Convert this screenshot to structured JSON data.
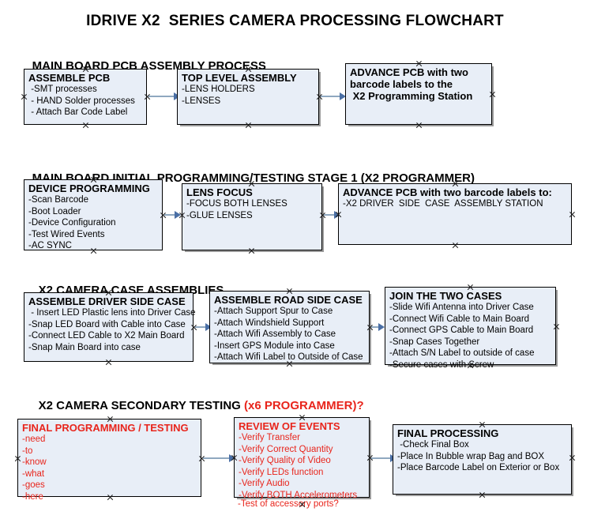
{
  "document": {
    "title": "IDRIVE X2  SERIES CAMERA PROCESSING FLOWCHART",
    "accent_red": "#e8251c",
    "box_fill": "#e8eef7",
    "connector_color": "#8fa8c0",
    "arrowhead_color": "#4a6fa5"
  },
  "sections": [
    {
      "heading": "MAIN BOARD PCB ASSEMBLY PROCESS",
      "heading_accent": "",
      "nodes": [
        {
          "title": "ASSEMBLE PCB",
          "lines": [
            " -SMT processes",
            " - HAND Solder processes",
            " - Attach Bar Code Label"
          ]
        },
        {
          "title": "TOP LEVEL ASSEMBLY",
          "lines": [
            "-LENS HOLDERS",
            "-LENSES"
          ]
        },
        {
          "title": "ADVANCE PCB with two",
          "lines": [
            "barcode labels to the",
            " X2 Programming Station"
          ]
        }
      ]
    },
    {
      "heading": "MAIN BOARD INITIAL PROGRAMMING/TESTING STAGE 1 (X2 PROGRAMMER)",
      "heading_accent": "",
      "nodes": [
        {
          "title": "DEVICE PROGRAMMING",
          "lines": [
            "-Scan Barcode",
            "-Boot Loader",
            "-Device Configuration",
            "-Test Wired Events",
            "-AC SYNC"
          ]
        },
        {
          "title": "LENS FOCUS",
          "lines": [
            "-FOCUS BOTH LENSES",
            "-GLUE LENSES"
          ]
        },
        {
          "title": "ADVANCE PCB with two barcode labels to:",
          "lines": [
            "-X2 DRIVER  SIDE  CASE  ASSEMBLY STATION"
          ]
        }
      ]
    },
    {
      "heading": "X2 CAMERA CASE ASSEMBLIES",
      "heading_accent": "",
      "nodes": [
        {
          "title": "ASSEMBLE DRIVER SIDE CASE",
          "lines": [
            " - Insert LED Plastic lens into Driver Case",
            "-Snap LED Board with Cable into Case",
            "-Connect LED Cable to X2 Main Board",
            "-Snap Main Board into case"
          ]
        },
        {
          "title": "ASSEMBLE ROAD SIDE CASE",
          "lines": [
            "-Attach Support Spur to Case",
            "-Attach Windshield Support",
            "-Attach Wifi Assembly to Case",
            "-Insert GPS Module into Case",
            "-Attach Wifi Label to Outside of Case"
          ]
        },
        {
          "title": "JOIN THE TWO CASES",
          "lines": [
            "-Slide Wifi Antenna into Driver Case",
            "-Connect Wifi Cable to Main Board",
            "-Connect GPS Cable to Main Board",
            "-Snap Cases Together",
            "-Attach S/N Label to outside of case",
            "-Secure cases with Screw"
          ]
        }
      ]
    },
    {
      "heading": "X2 CAMERA SECONDARY TESTING ",
      "heading_accent": "(x6 PROGRAMMER)?",
      "nodes": [
        {
          "title": "FINAL PROGRAMMING / TESTING",
          "lines": [
            "-need",
            "-to",
            "-know",
            "-what",
            "-goes",
            "-here"
          ]
        },
        {
          "title": "REVIEW OF EVENTS",
          "lines": [
            "-Verify Transfer",
            "-Verify Correct Quantity",
            "-Verify Quality of Video",
            "-Verify LEDs function",
            "-Verify Audio",
            "-Verify BOTH Accelerometers"
          ],
          "overflow_line": "-Test of accessory ports?"
        },
        {
          "title": "FINAL PROCESSING",
          "lines": [
            " -Check Final Box",
            "-Place In Bubble wrap Bag and BOX",
            "-Place Barcode Label on Exterior or Box"
          ]
        }
      ]
    }
  ]
}
